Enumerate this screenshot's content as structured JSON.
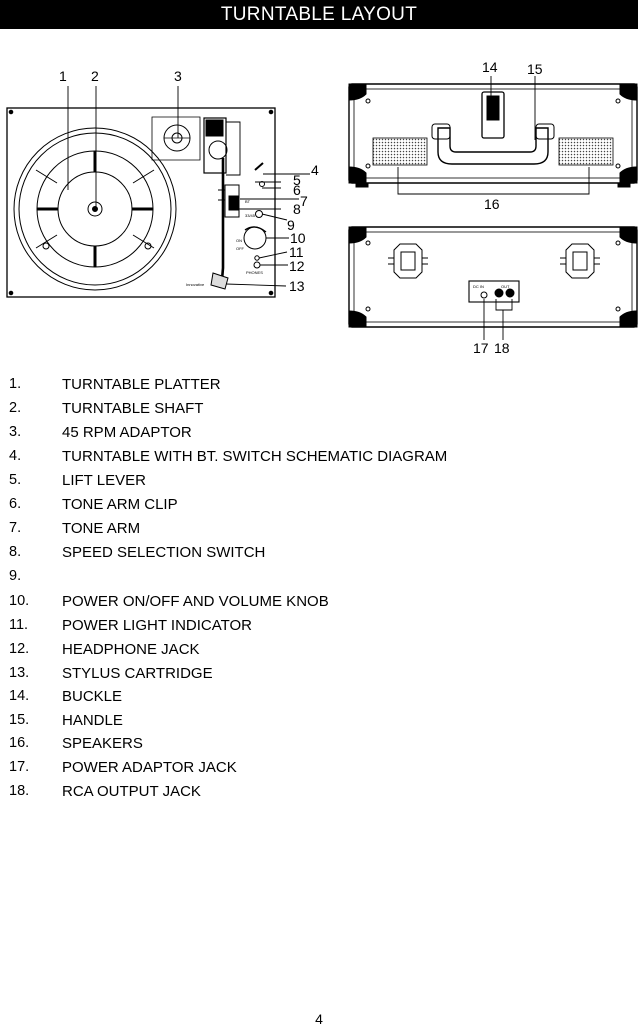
{
  "header": {
    "title": "TURNTABLE LAYOUT"
  },
  "callouts": [
    "1",
    "2",
    "3",
    "4",
    "5",
    "6",
    "7",
    "8",
    "9",
    "10",
    "11",
    "12",
    "13",
    "14",
    "15",
    "16",
    "17",
    "18"
  ],
  "panel_text": {
    "speed_label": "33/45",
    "switch_label": "BT",
    "power_text": "ON",
    "off_text": "OFF",
    "phones_label": "PHONES",
    "brand_label": "Innovative",
    "jack_left_label": "DC IN",
    "jack_right_label": "OUT"
  },
  "parts": [
    {
      "num": "1.",
      "name": "TURNTABLE PLATTER"
    },
    {
      "num": "2.",
      "name": "TURNTABLE SHAFT"
    },
    {
      "num": "3.",
      "name": "45 RPM ADAPTOR"
    },
    {
      "num": "4.",
      "name": "TURNTABLE WITH BT. SWITCH SCHEMATIC DIAGRAM"
    },
    {
      "num": "5.",
      "name": "LIFT LEVER"
    },
    {
      "num": "6.",
      "name": "TONE ARM CLIP"
    },
    {
      "num": "7.",
      "name": "TONE ARM"
    },
    {
      "num": "8.",
      "name": "SPEED SELECTION SWITCH"
    },
    {
      "num": "9.",
      "name": ""
    },
    {
      "num": "10.",
      "name": "POWER ON/OFF AND VOLUME KNOB"
    },
    {
      "num": "11.",
      "name": "POWER LIGHT INDICATOR"
    },
    {
      "num": "12.",
      "name": "HEADPHONE JACK"
    },
    {
      "num": "13.",
      "name": "STYLUS CARTRIDGE"
    },
    {
      "num": "14.",
      "name": "BUCKLE"
    },
    {
      "num": "15.",
      "name": "HANDLE"
    },
    {
      "num": "16.",
      "name": "SPEAKERS"
    },
    {
      "num": "17.",
      "name": "POWER ADAPTOR JACK"
    },
    {
      "num": "18.",
      "name": "RCA OUTPUT JACK"
    }
  ],
  "footer": {
    "page_number": "4"
  }
}
